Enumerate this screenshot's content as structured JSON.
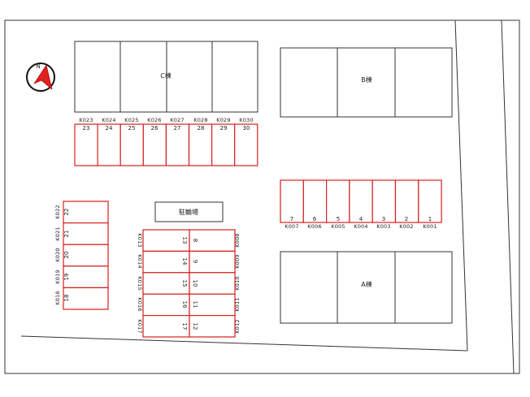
{
  "map": {
    "north_marker": "N",
    "bicycle_parking_label": "駐輪場",
    "buildings": {
      "c": "C棟",
      "b": "B棟",
      "a": "A棟"
    },
    "top_row": [
      {
        "num": "23",
        "code": "K023"
      },
      {
        "num": "24",
        "code": "K024"
      },
      {
        "num": "25",
        "code": "K025"
      },
      {
        "num": "26",
        "code": "K026"
      },
      {
        "num": "27",
        "code": "K027"
      },
      {
        "num": "28",
        "code": "K028"
      },
      {
        "num": "29",
        "code": "K029"
      },
      {
        "num": "30",
        "code": "K030"
      }
    ],
    "right_row": [
      {
        "num": "7",
        "code": "K007"
      },
      {
        "num": "6",
        "code": "K006"
      },
      {
        "num": "5",
        "code": "K005"
      },
      {
        "num": "4",
        "code": "K004"
      },
      {
        "num": "3",
        "code": "K003"
      },
      {
        "num": "2",
        "code": "K002"
      },
      {
        "num": "1",
        "code": "K001"
      }
    ],
    "left_column": [
      {
        "num": "22",
        "code": "K022"
      },
      {
        "num": "21",
        "code": "K021"
      },
      {
        "num": "20",
        "code": "K020"
      },
      {
        "num": "19",
        "code": "K019"
      },
      {
        "num": "18",
        "code": "K018"
      }
    ],
    "center_left": [
      {
        "num": "13",
        "code": "K013"
      },
      {
        "num": "14",
        "code": "K014"
      },
      {
        "num": "15",
        "code": "K015"
      },
      {
        "num": "16",
        "code": "K016"
      },
      {
        "num": "17",
        "code": "K017"
      }
    ],
    "center_right": [
      {
        "num": "8",
        "code": "K008"
      },
      {
        "num": "9",
        "code": "K009"
      },
      {
        "num": "10",
        "code": "K010"
      },
      {
        "num": "11",
        "code": "K011"
      },
      {
        "num": "12",
        "code": "K012"
      }
    ]
  }
}
